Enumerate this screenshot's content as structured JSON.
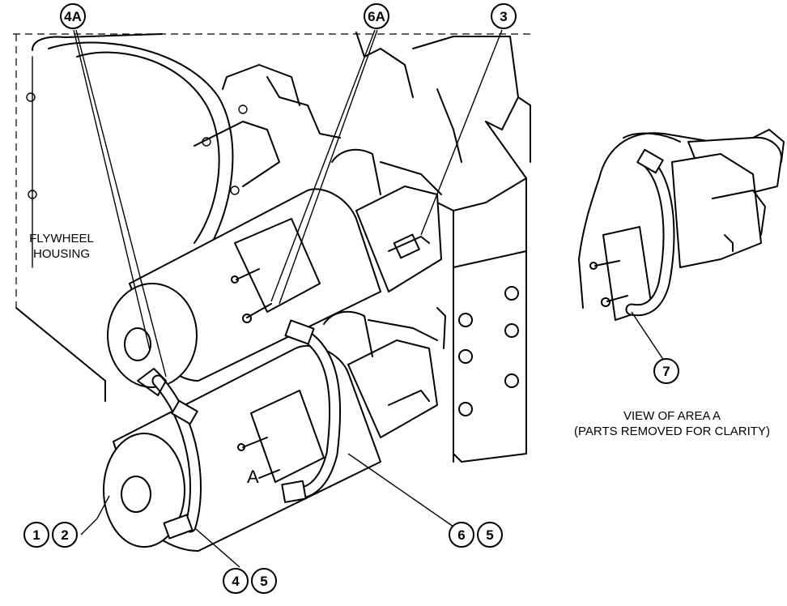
{
  "labels": {
    "flywheel_housing": [
      "FLYWHEEL",
      "HOUSING"
    ],
    "view_of_area": "VIEW OF AREA  A",
    "parts_removed": "(PARTS REMOVED FOR CLARITY)",
    "area_marker": "A"
  },
  "callouts": {
    "c4a": "4A",
    "c6a": "6A",
    "c3": "3",
    "c7": "7",
    "c1": "1",
    "c2": "2",
    "c4": "4",
    "c5a": "5",
    "c6": "6",
    "c5b": "5"
  }
}
